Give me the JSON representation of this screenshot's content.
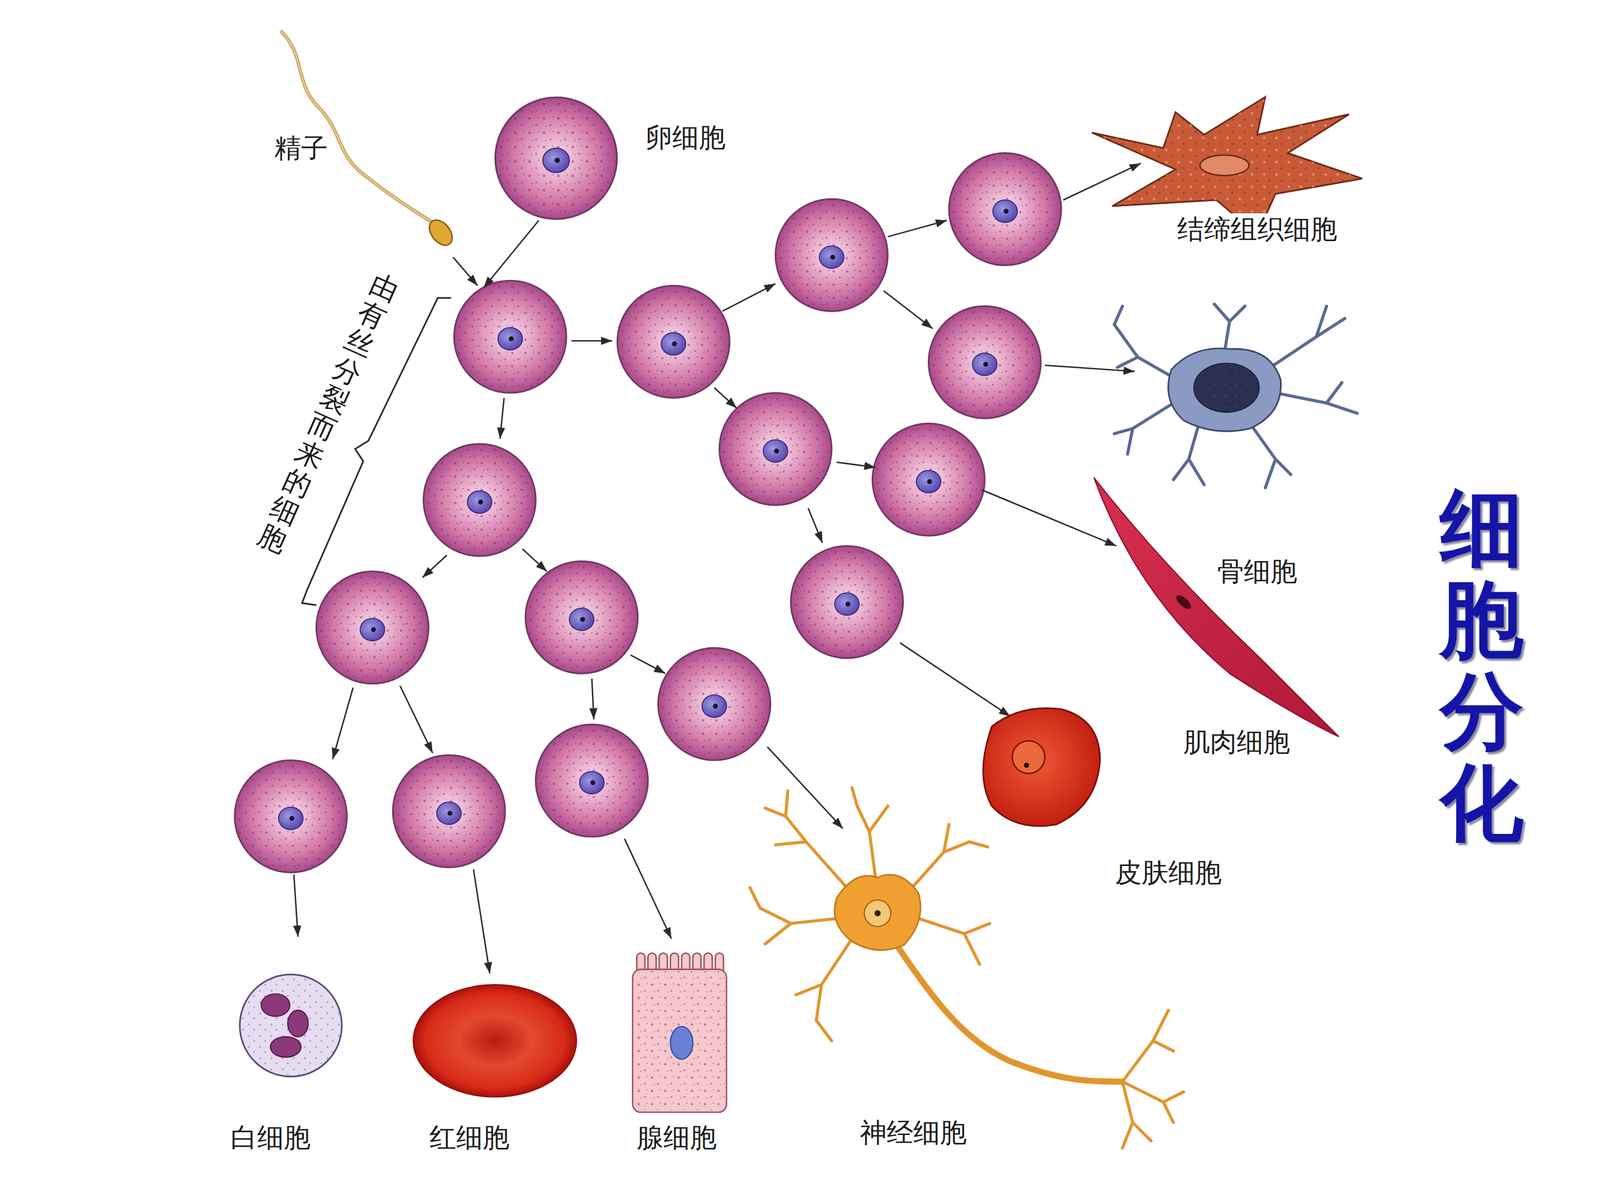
{
  "diagram": {
    "title": "细胞分化",
    "labels": [
      "精子",
      "卵细胞",
      "由有丝分裂而来的细胞",
      "结缔组织细胞",
      "骨细胞",
      "肌肉细胞",
      "皮肤细胞",
      "白细胞",
      "红细胞",
      "腺细胞",
      "神经细胞"
    ]
  }
}
